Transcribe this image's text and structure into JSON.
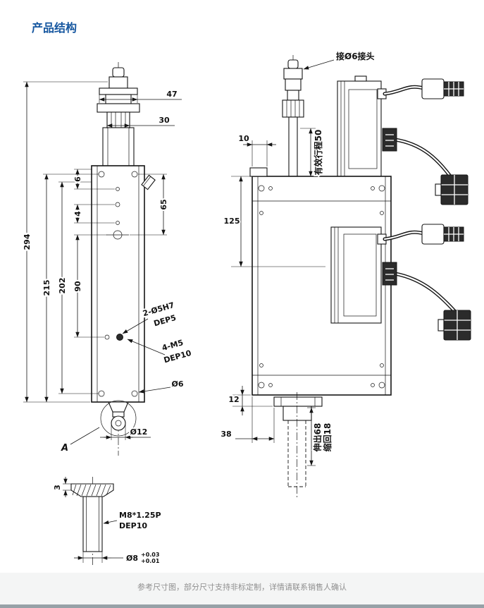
{
  "page": {
    "title": "产品结构",
    "footer": "参考尺寸图，部分尺寸支持非标定制，详情请联系销售人确认",
    "accent_color": "#1657a0"
  },
  "left_view": {
    "dim_294": "294",
    "dim_215": "215",
    "dim_202": "202",
    "dim_90": "90",
    "dim_6": "6",
    "dim_4": "4",
    "dim_47": "47",
    "dim_30": "30",
    "dim_65": "65",
    "note_holes_a_1": "2-Ø5H7",
    "note_holes_a_2": "DEP5",
    "note_holes_b_1": "4-M5",
    "note_holes_b_2": "DEP10",
    "note_dia6": "Ø6",
    "dim_dia12": "Ø12",
    "detail_ref": "A"
  },
  "right_view": {
    "connector_note": "接Ø6接头",
    "stroke_note": "有效行程50",
    "dim_10": "10",
    "dim_125": "125",
    "dim_12": "12",
    "dim_38": "38",
    "extend_note": "伸出68",
    "retract_note": "缩回18"
  },
  "detail_view": {
    "dim_3": "3",
    "thread_note_1": "M8*1.25P",
    "thread_note_2": "DEP10",
    "dim_dia8": "Ø8",
    "tol_upper": "+0.03",
    "tol_lower": "+0.01"
  }
}
